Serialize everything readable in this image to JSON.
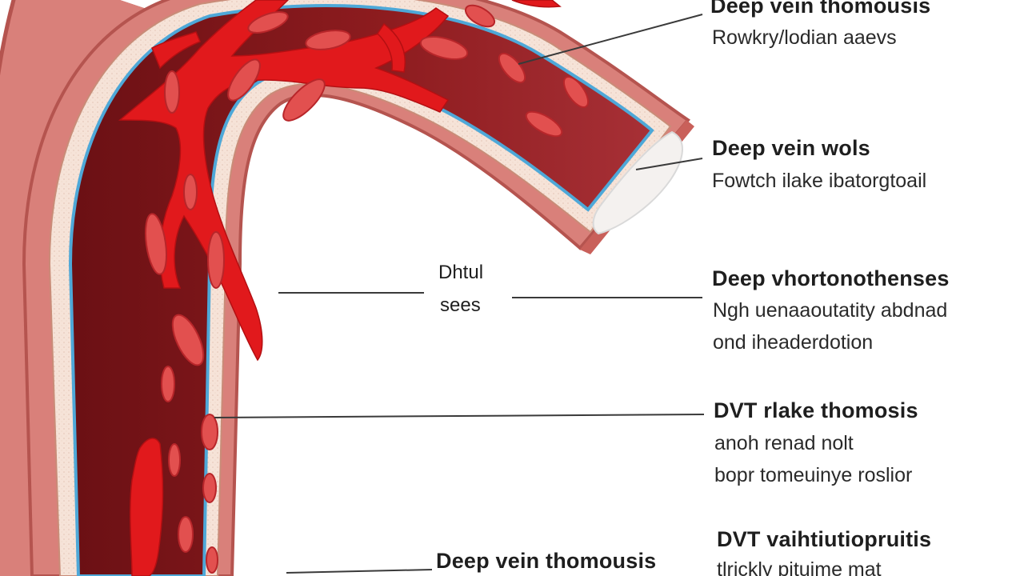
{
  "colors": {
    "outer_wall": "#d9807a",
    "outer_wall_dark": "#b5544f",
    "inner_wall": "#f3dcd0",
    "lumen": "#8e1c1f",
    "lumen_dark": "#6b1014",
    "lumen_light": "#c94a4a",
    "clot": "#e1191c",
    "cells": "#e2504f",
    "blue_lining": "#4ea8d8",
    "leader_line": "#3a3a3a",
    "text": "#1e1e1e"
  },
  "labels": {
    "top": {
      "title": "Deep vein thomousis",
      "subtitle": "Rowkry/lodian aaevs"
    },
    "wall": {
      "title": "Deep vein wols",
      "subtitle": "Fowtch ilake ibatorgtoail"
    },
    "middle": {
      "line1": "Dhtul",
      "line2": "sees"
    },
    "right_mid": {
      "title": "Deep vhortonothenses",
      "line1": "Ngh uenaaoutatity abdnad",
      "line2": "ond iheaderdotion"
    },
    "dvt1": {
      "title": "DVT rlake thomosis",
      "line1": "anoh renad nolt",
      "line2": "bopr tomeuinye roslior"
    },
    "dvt2": {
      "title": "DVT vaihtiutiopruitis",
      "line1": "tlrickly pituime mat"
    },
    "bottom": {
      "title": "Deep vein thomousis"
    }
  }
}
